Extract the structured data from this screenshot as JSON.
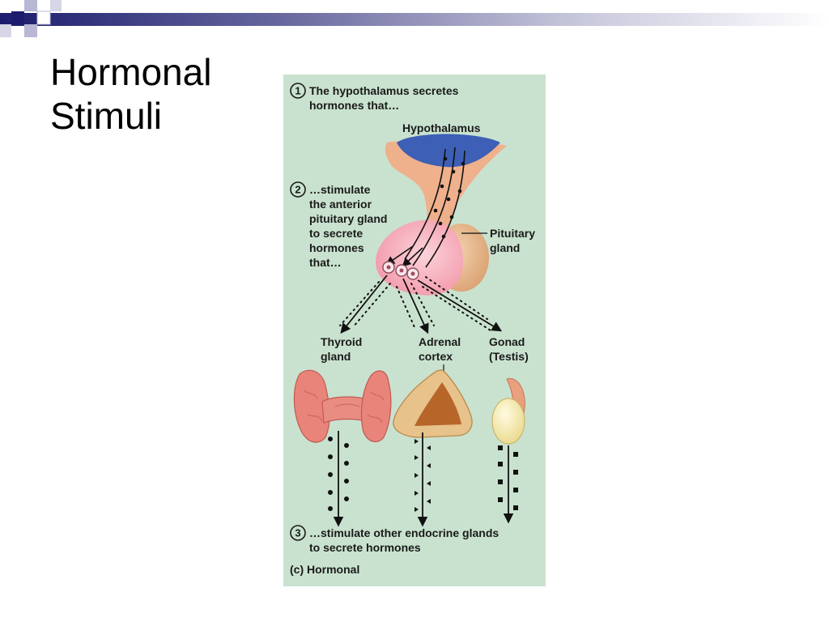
{
  "slide": {
    "title_line1": "Hormonal",
    "title_line2": "Stimuli"
  },
  "figure": {
    "step1": {
      "number": "1",
      "line1": "The hypothalamus secretes",
      "line2": "hormones that…"
    },
    "step2": {
      "number": "2",
      "lines": [
        "…stimulate",
        "the anterior",
        "pituitary gland",
        "to secrete",
        "hormones",
        "that…"
      ]
    },
    "step3": {
      "number": "3",
      "line1": "…stimulate other endocrine glands",
      "line2": "to secrete hormones"
    },
    "labels": {
      "hypothalamus": "Hypothalamus",
      "pituitary_line1": "Pituitary",
      "pituitary_line2": "gland",
      "thyroid_line1": "Thyroid",
      "thyroid_line2": "gland",
      "adrenal_line1": "Adrenal",
      "adrenal_line2": "cortex",
      "gonad_line1": "Gonad",
      "gonad_line2": "(Testis)"
    },
    "caption": "(c) Hormonal"
  },
  "colors": {
    "figure_bg": "#c9e2cf",
    "hypothalamus": "#3d5fb5",
    "pituitary_anterior": "#f5a6b4",
    "pituitary_posterior": "#e9b98f",
    "thyroid": "#e8847a",
    "adrenal": "#e7c28a",
    "adrenal_core": "#b8652a",
    "testis": "#f1e3a1"
  }
}
